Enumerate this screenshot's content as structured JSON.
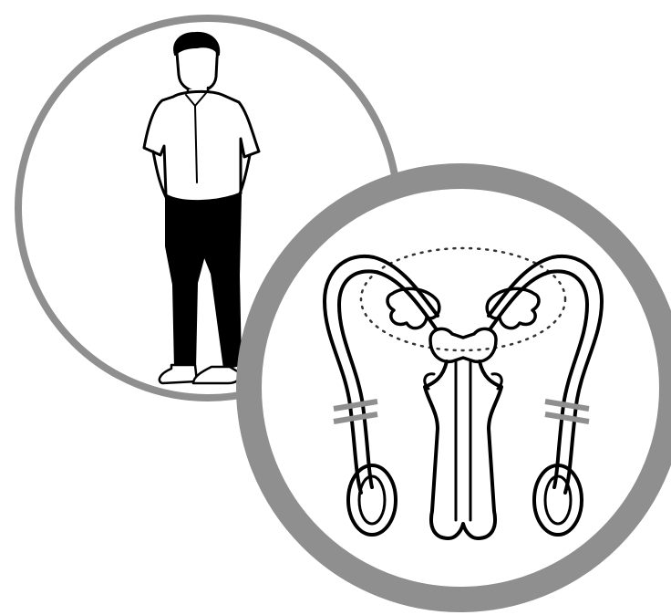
{
  "colors": {
    "ring": "#8f8f8f",
    "line": "#000000",
    "background": "#ffffff",
    "dotted_outline": "#333333"
  },
  "figures": {
    "top_circle": {
      "content": "man-standing-illustration"
    },
    "bottom_circle": {
      "content": "male-reproductive-system-diagram"
    },
    "markers": [
      "left-cut-mark",
      "right-cut-mark"
    ]
  }
}
